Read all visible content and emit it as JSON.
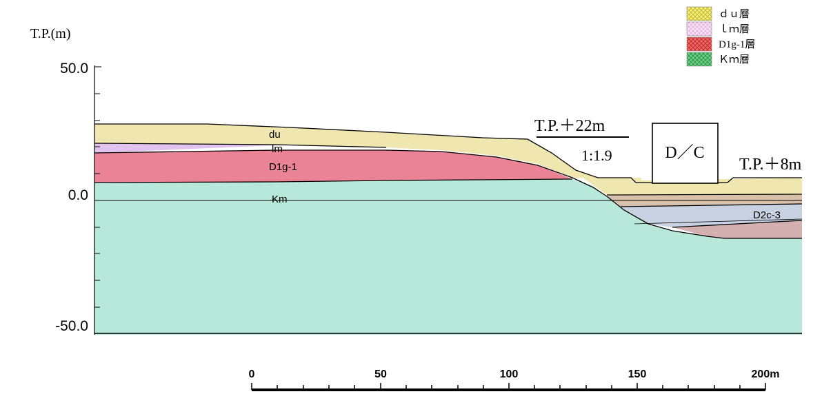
{
  "axis": {
    "title": "T.P.(m)",
    "ticks": [
      "50.0",
      "0.0",
      "-50.0"
    ]
  },
  "layers": {
    "du": "du",
    "lm": "lm",
    "d1g1": "D1g-1",
    "km": "Km",
    "d2c3": "D2c-3"
  },
  "annotations": {
    "crest_level": "T.P.＋22m",
    "slope_ratio": "1:1.9",
    "structure": "D／C",
    "base_level": "T.P.＋8m"
  },
  "scale": {
    "labels": [
      "0",
      "50",
      "100",
      "150",
      "200m"
    ]
  },
  "legend": {
    "items": [
      {
        "label": "ｄｕ層",
        "color": "#f7f07a"
      },
      {
        "label": "ｌｍ層",
        "color": "#f6d6f4"
      },
      {
        "label": "D1g-1層",
        "color": "#e84a4a"
      },
      {
        "label": "Ｋｍ層",
        "color": "#4fbf6a"
      }
    ]
  },
  "colors": {
    "du": "#efe6b0",
    "lm": "#e2c3ef",
    "d1g1": "#ea8395",
    "km": "#b8e8d9",
    "d2c3": "#c8d2e2",
    "tan": "#d8c0aa",
    "rosy": "#d4b0b0"
  }
}
